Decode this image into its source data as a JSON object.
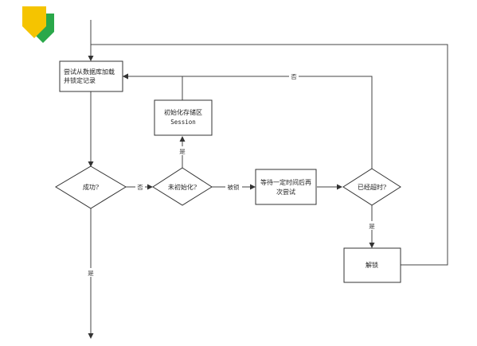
{
  "colors": {
    "logo_yellow": "#f5c400",
    "logo_green": "#2aa84a",
    "line": "#444444",
    "border": "#333333"
  },
  "logo": {
    "icon": "yellow-green-shield-logo"
  },
  "nodes": {
    "load_lock": [
      "尝试从数据库加载",
      "并锁定记录"
    ],
    "success": "成功?",
    "not_initialized": "未初始化?",
    "init_session": [
      "初始化存储区",
      "Session"
    ],
    "wait_retry": [
      "等待一定时间后再",
      "次尝试"
    ],
    "timeout": "已经超时?",
    "unlock": "解锁"
  },
  "edge_labels": {
    "no_success": "否",
    "locked": "被锁",
    "yes_init": "是",
    "yes_timeout": "是",
    "no_timeout": "否",
    "yes_success": "是"
  }
}
